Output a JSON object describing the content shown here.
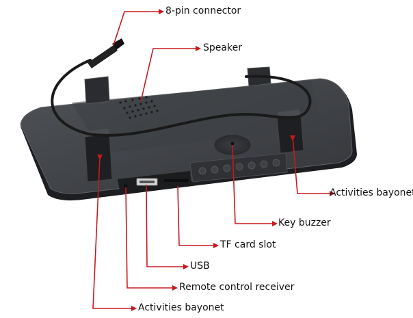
{
  "callouts": {
    "connector": "8-pin connector",
    "speaker": "Speaker",
    "bayonet_right": "Activities bayonet",
    "key_buzzer": "Key buzzer",
    "tf_slot": "TF card slot",
    "usb": "USB",
    "remote": "Remote control receiver",
    "bayonet_left": "Activities bayonet"
  },
  "colors": {
    "leader": "#c8191e",
    "device_dark": "#2b2d30",
    "device_mid": "#44474b",
    "device_edge": "#5a5d61"
  }
}
